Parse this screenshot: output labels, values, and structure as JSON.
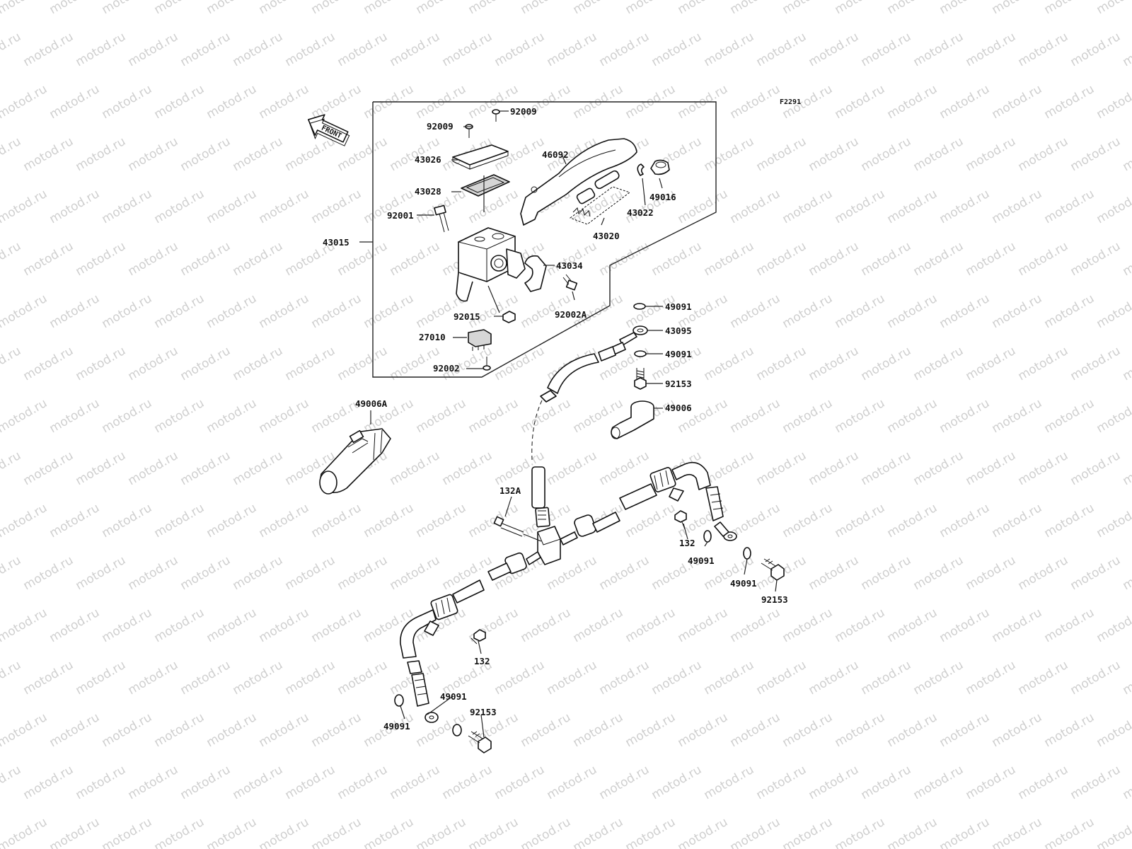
{
  "diagram_code": "F2291",
  "front_arrow_label": "FRONT",
  "watermark_text": "motod.ru",
  "labels": {
    "p92009a": "92009",
    "p92009b": "92009",
    "p43026": "43026",
    "p43028": "43028",
    "p92001": "92001",
    "p43015": "43015",
    "p46092": "46092",
    "p49016": "49016",
    "p43022": "43022",
    "p43020": "43020",
    "p43034": "43034",
    "p92002A": "92002A",
    "p92015": "92015",
    "p27010": "27010",
    "p92002": "92002",
    "p49091a": "49091",
    "p43095": "43095",
    "p49091b": "49091",
    "p92153a": "92153",
    "p49006": "49006",
    "p49006A": "49006A",
    "p132A": "132A",
    "p132a": "132",
    "p49091c": "49091",
    "p49091d": "49091",
    "p92153b": "92153",
    "p132b": "132",
    "p49091e": "49091",
    "p49091f": "49091",
    "p92153c": "92153"
  }
}
